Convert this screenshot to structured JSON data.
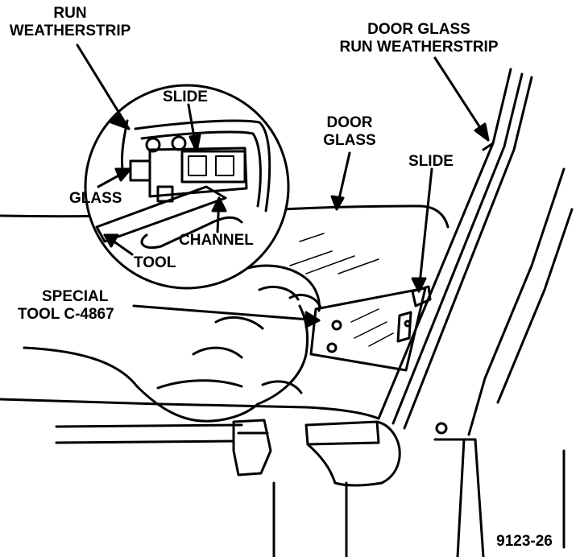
{
  "figure_id": "9123-26",
  "labels": {
    "run_weatherstrip": [
      "RUN",
      "WEATHERSTRIP"
    ],
    "slide_inset": "SLIDE",
    "glass": "GLASS",
    "channel": "CHANNEL",
    "tool": "TOOL",
    "door_glass": [
      "DOOR",
      "GLASS"
    ],
    "door_glass_run_weatherstrip": [
      "DOOR GLASS",
      "RUN WEATHERSTRIP"
    ],
    "slide_main": "SLIDE",
    "special_tool": [
      "SPECIAL",
      "TOOL C-4867"
    ]
  },
  "colors": {
    "ink": "#000000",
    "paper": "#ffffff"
  }
}
